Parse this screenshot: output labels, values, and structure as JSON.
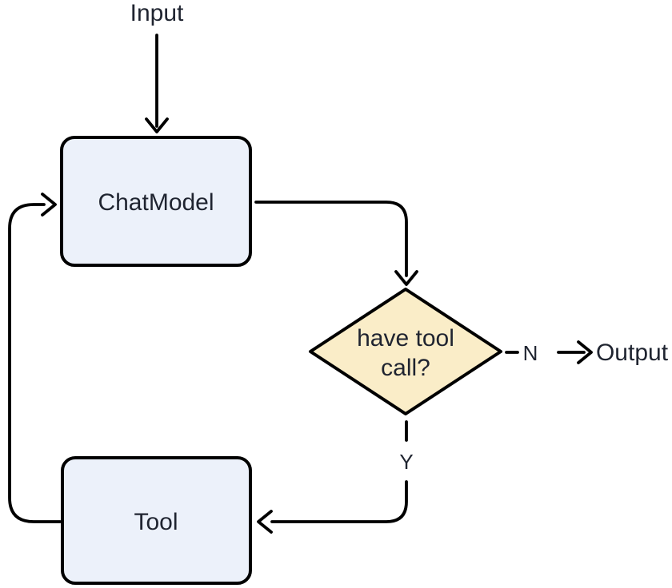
{
  "colors": {
    "background": "#FFFFFF",
    "node_fill": "#ECF1FA",
    "decision_fill": "#FAEDC8",
    "node_border": "#000000",
    "line": "#000000",
    "text": "#1F2430"
  },
  "nodes": {
    "input": {
      "label": "Input"
    },
    "chat_model": {
      "label": "ChatModel"
    },
    "decision": {
      "label": "have tool call?",
      "label_line1": "have tool",
      "label_line2": "call?"
    },
    "tool": {
      "label": "Tool"
    },
    "output": {
      "label": "Output"
    }
  },
  "edges": {
    "no": {
      "label": "N"
    },
    "yes": {
      "label": "Y"
    }
  }
}
